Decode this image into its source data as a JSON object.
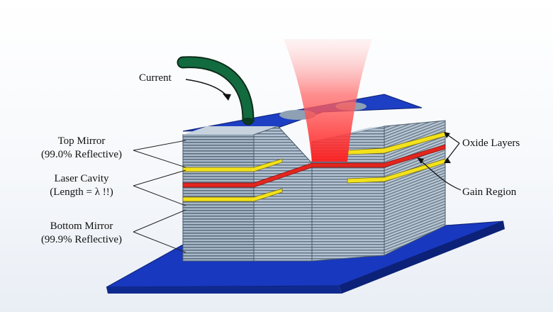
{
  "labels": {
    "current": "Current",
    "top_mirror": [
      "Top Mirror",
      "(99.0% Reflective)"
    ],
    "laser_cavity": [
      "Laser Cavity",
      "(Length = λ !!)"
    ],
    "bottom_mirror": [
      "Bottom Mirror",
      "(99.9% Reflective)"
    ],
    "oxide_layers": "Oxide Layers",
    "gain_region": "Gain Region"
  },
  "colors": {
    "substrate": "#1636b8",
    "mirror_stack": "#9fb0c2",
    "oxide_layer": "#f2e21a",
    "gain_region": "#e0261f",
    "wire": "#0f5a36",
    "beam": "#ff2a2a"
  }
}
